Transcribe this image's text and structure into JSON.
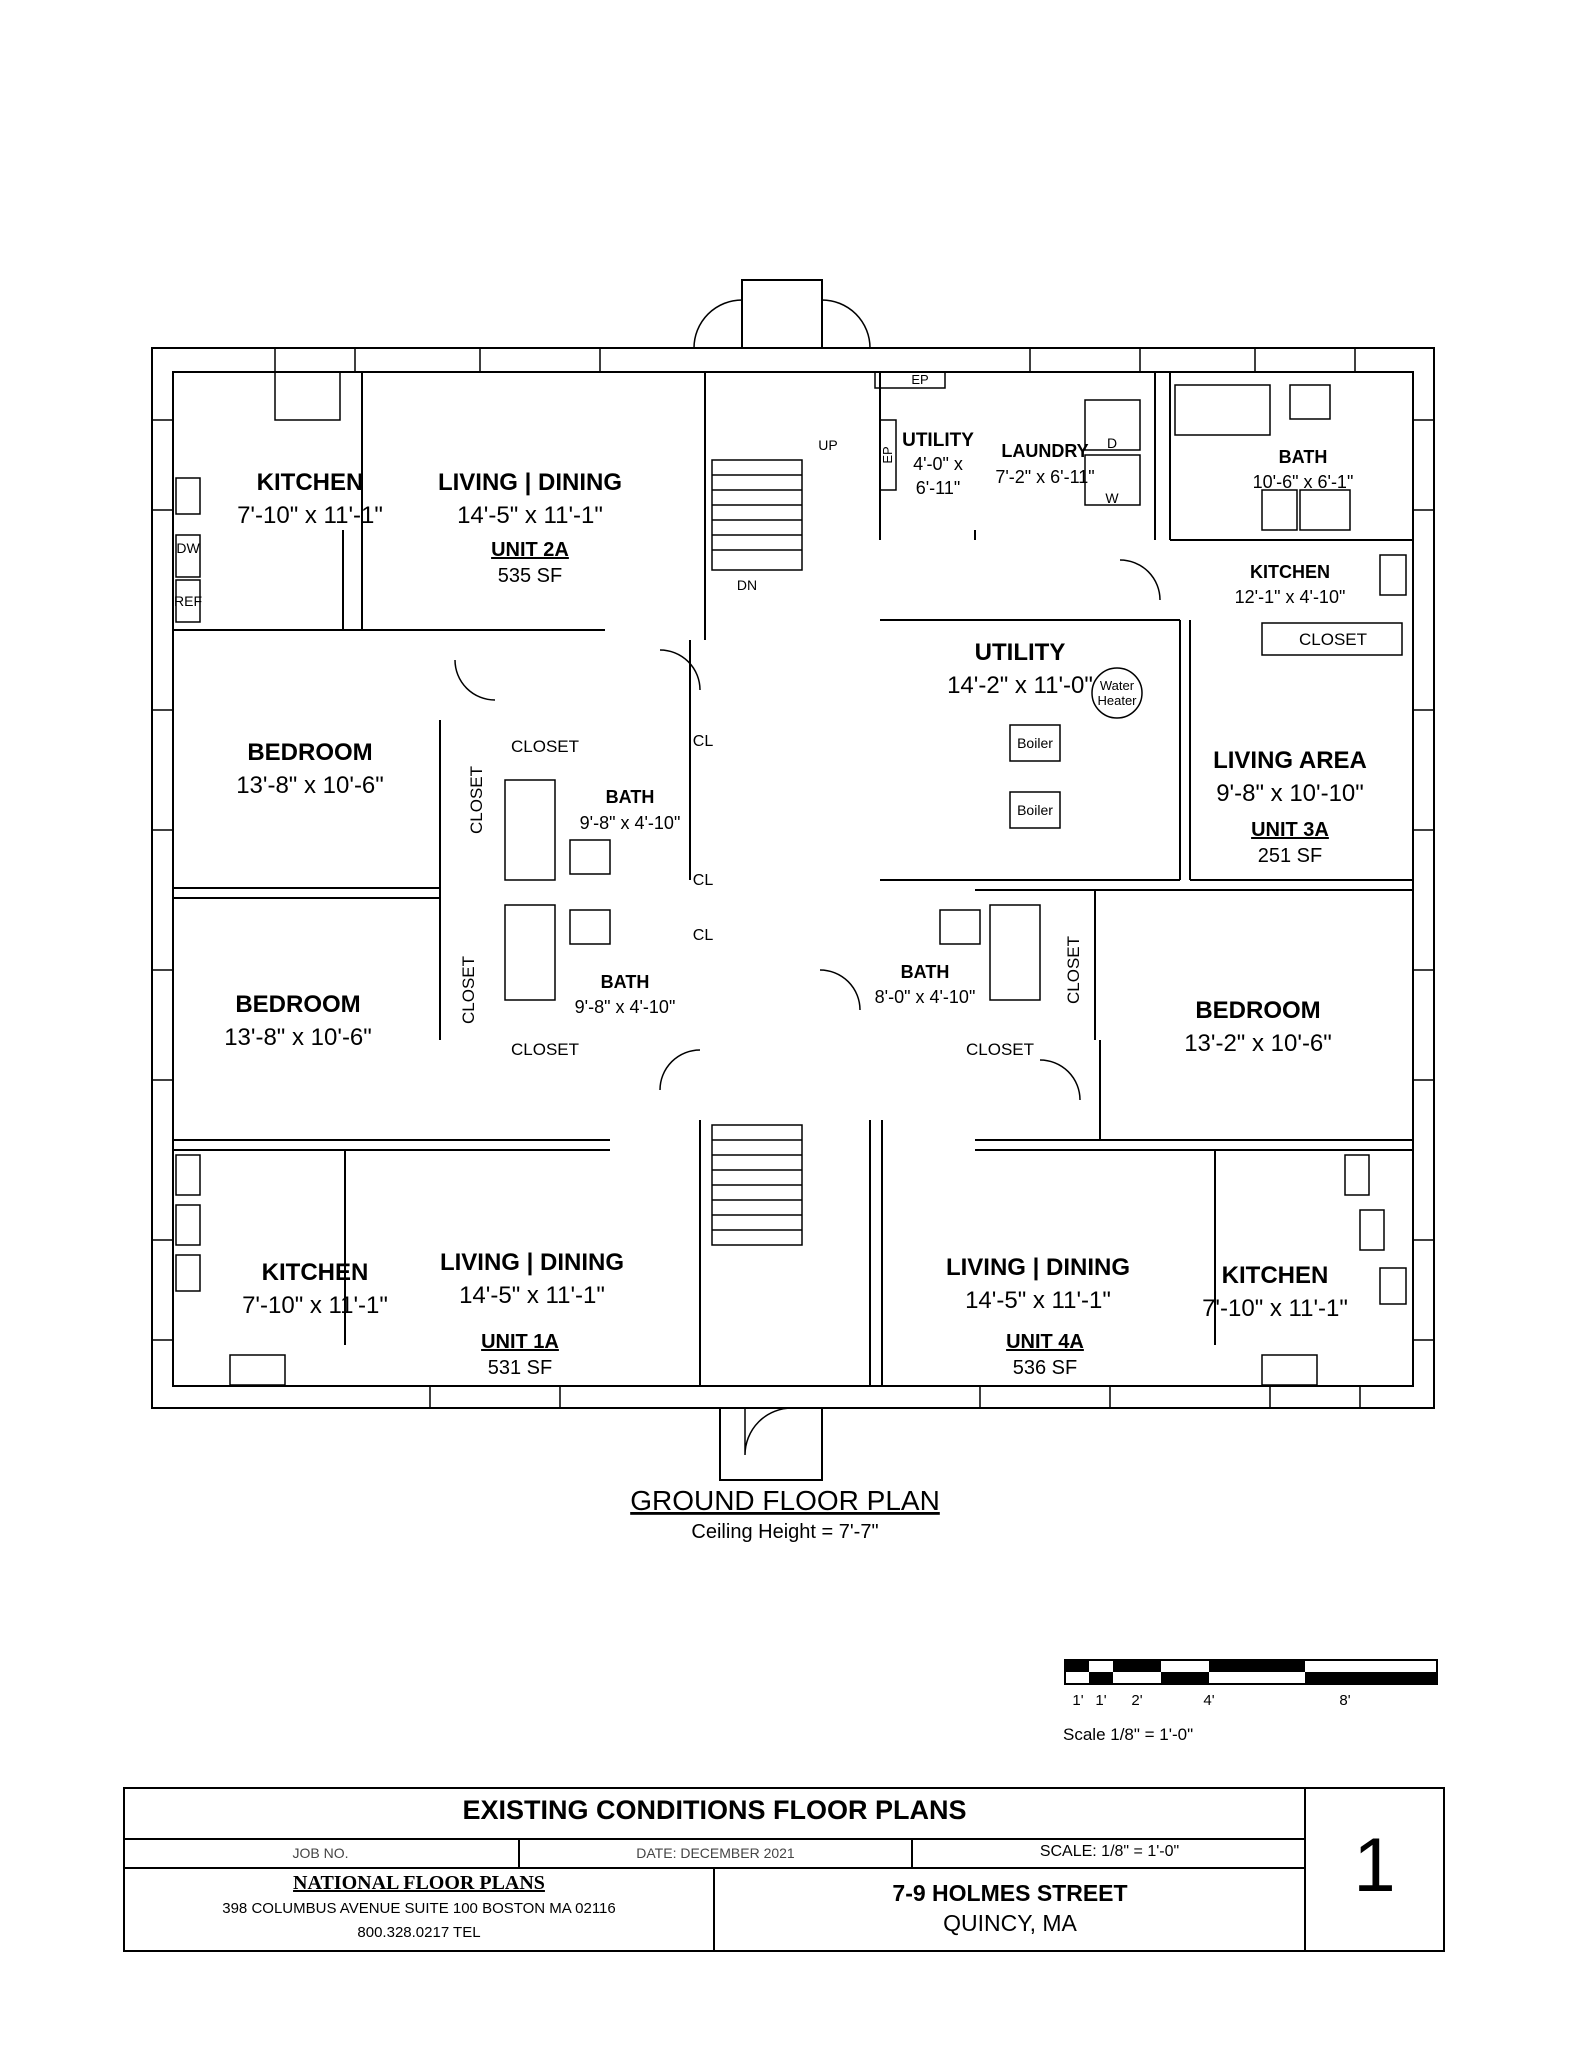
{
  "rooms": {
    "kitchen_2a": {
      "name": "KITCHEN",
      "dim": "7'-10\" x 11'-1\""
    },
    "living_2a": {
      "name": "LIVING | DINING",
      "dim": "14'-5\" x 11'-1\""
    },
    "unit_2a": {
      "name": "UNIT 2A",
      "area": "535 SF"
    },
    "utility_small": {
      "name": "UTILITY",
      "dim1": "4'-0\" x",
      "dim2": "6'-11\""
    },
    "laundry": {
      "name": "LAUNDRY",
      "dim": "7'-2\" x 6'-11\""
    },
    "bath_3a": {
      "name": "BATH",
      "dim": "10'-6\" x 6'-1\""
    },
    "kitchen_3a": {
      "name": "KITCHEN",
      "dim": "12'-1\" x 4'-10\""
    },
    "closet_3a": "CLOSET",
    "utility_main": {
      "name": "UTILITY",
      "dim": "14'-2\" x 11'-0\""
    },
    "water_heater": {
      "l1": "Water",
      "l2": "Heater"
    },
    "boiler_1": "Boiler",
    "boiler_2": "Boiler",
    "living_area_3a": {
      "name": "LIVING AREA",
      "dim": "9'-8\" x 10'-10\""
    },
    "unit_3a": {
      "name": "UNIT 3A",
      "area": "251 SF"
    },
    "bedroom_2a": {
      "name": "BEDROOM",
      "dim": "13'-8\" x 10'-6\""
    },
    "closet_2a_top": "CLOSET",
    "closet_2a_side": "CLOSET",
    "bath_2a": {
      "name": "BATH",
      "dim": "9'-8\" x 4'-10\""
    },
    "cl_1": "CL",
    "cl_2": "CL",
    "cl_3": "CL",
    "bedroom_1a": {
      "name": "BEDROOM",
      "dim": "13'-8\" x 10'-6\""
    },
    "closet_1a_side": "CLOSET",
    "closet_1a_bottom": "CLOSET",
    "bath_1a": {
      "name": "BATH",
      "dim": "9'-8\" x 4'-10\""
    },
    "bath_4a": {
      "name": "BATH",
      "dim": "8'-0\" x 4'-10\""
    },
    "closet_4a_side": "CLOSET",
    "closet_4a_bottom": "CLOSET",
    "bedroom_4a": {
      "name": "BEDROOM",
      "dim": "13'-2\" x 10'-6\""
    },
    "kitchen_1a": {
      "name": "KITCHEN",
      "dim": "7'-10\" x 11'-1\""
    },
    "living_1a": {
      "name": "LIVING | DINING",
      "dim": "14'-5\" x 11'-1\""
    },
    "unit_1a": {
      "name": "UNIT 1A",
      "area": "531 SF"
    },
    "living_4a": {
      "name": "LIVING | DINING",
      "dim": "14'-5\" x 11'-1\""
    },
    "unit_4a": {
      "name": "UNIT 4A",
      "area": "536 SF"
    },
    "kitchen_4a": {
      "name": "KITCHEN",
      "dim": "7'-10\" x 11'-1\""
    }
  },
  "fixtures": {
    "dw": "DW",
    "ref": "REF",
    "ep_h": "EP",
    "ep_v": "EP",
    "dryer": "D",
    "washer": "W",
    "up": "UP",
    "dn": "DN"
  },
  "plan_title": "GROUND FLOOR PLAN",
  "ceiling": "Ceiling Height = 7'-7\"",
  "scale_bar": {
    "ticks": [
      "1'",
      "1'",
      "2'",
      "4'",
      "8'"
    ],
    "note": "Scale  1/8\" = 1'-0\""
  },
  "title_block": {
    "heading": "EXISTING CONDITIONS FLOOR PLANS",
    "job_no": "JOB NO.",
    "date": "DATE: DECEMBER 2021",
    "scale": "SCALE: 1/8\" = 1'-0\"",
    "company": "NATIONAL FLOOR PLANS",
    "address": "398 COLUMBUS AVENUE SUITE 100 BOSTON MA 02116",
    "phone": "800.328.0217 TEL",
    "street": "7-9 HOLMES STREET",
    "city": "QUINCY, MA",
    "sheet": "1"
  }
}
